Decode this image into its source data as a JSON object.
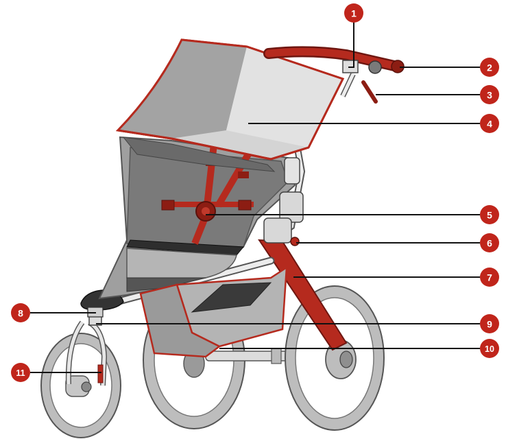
{
  "diagram": {
    "subject": "jogging stroller",
    "colors": {
      "accent": "#b52a1e",
      "accent_dark": "#8c1d13",
      "fabric_light": "#c9c9c9",
      "fabric_mid": "#a8a8a8",
      "fabric_dark": "#6e6e6e",
      "frame": "#e6e6e6",
      "tire": "#bdbdbd",
      "outline": "#3a3a3a",
      "callout_fill": "#c0251b",
      "callout_text": "#ffffff"
    },
    "callouts": [
      {
        "number": "1",
        "name": "callout-1"
      },
      {
        "number": "2",
        "name": "callout-2"
      },
      {
        "number": "3",
        "name": "callout-3"
      },
      {
        "number": "4",
        "name": "callout-4"
      },
      {
        "number": "5",
        "name": "callout-5"
      },
      {
        "number": "6",
        "name": "callout-6"
      },
      {
        "number": "7",
        "name": "callout-7"
      },
      {
        "number": "8",
        "name": "callout-8"
      },
      {
        "number": "9",
        "name": "callout-9"
      },
      {
        "number": "10",
        "name": "callout-10"
      },
      {
        "number": "11",
        "name": "callout-11"
      }
    ]
  }
}
